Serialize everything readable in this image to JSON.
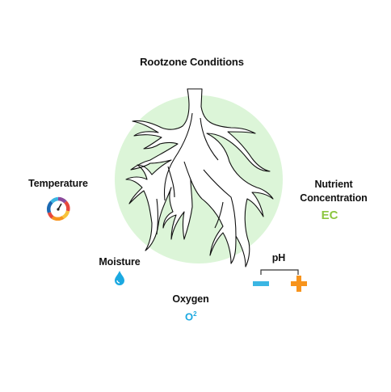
{
  "title": "Rootzone Conditions",
  "factors": {
    "temperature": {
      "label": "Temperature",
      "icon": "thermometer-dial-icon"
    },
    "moisture": {
      "label": "Moisture",
      "icon": "water-drop-icon"
    },
    "oxygen": {
      "label": "Oxygen",
      "symbol": "O",
      "superscript": "2"
    },
    "nutrient": {
      "label_line1": "Nutrient",
      "label_line2": "Concentration",
      "symbol": "EC"
    },
    "ph": {
      "label": "pH",
      "minus_icon": "minus-icon",
      "plus_icon": "plus-icon"
    }
  },
  "colors": {
    "circle": "#dcf5d8",
    "ec": "#8cc63f",
    "water": "#1ba9e1",
    "minus": "#3bb6e3",
    "plus": "#f7941d",
    "dial": [
      "#1c6ab3",
      "#3bb6e3",
      "#f7c33c",
      "#f7941d",
      "#e8473c",
      "#8b4a9c"
    ]
  }
}
